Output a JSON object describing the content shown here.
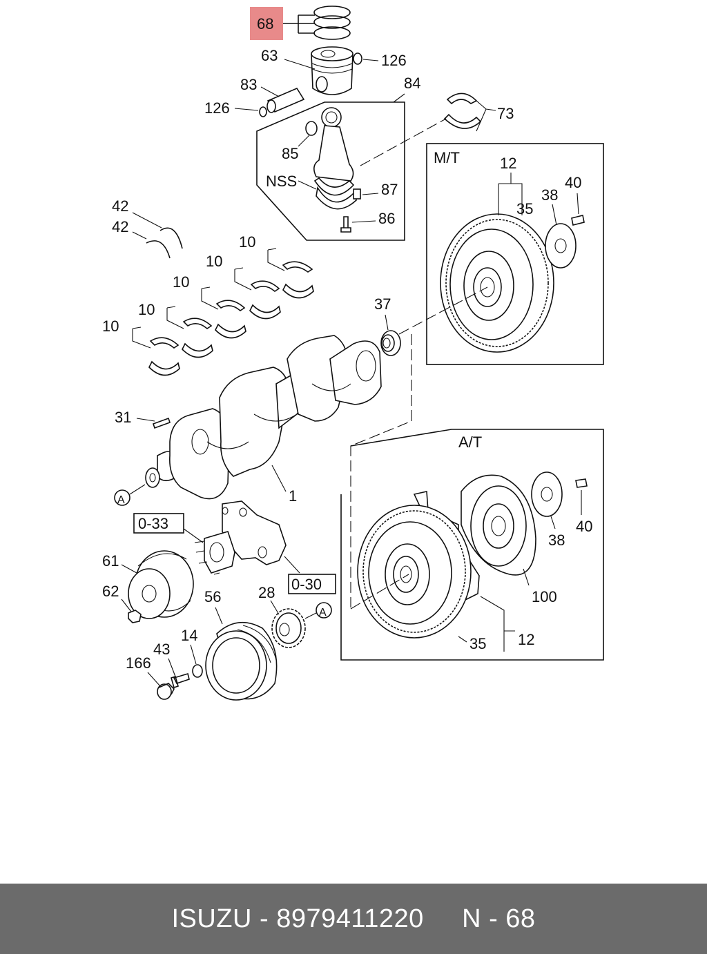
{
  "callouts": {
    "highlighted": "68",
    "piston": "63",
    "snap_ring_top": "126",
    "pin": "83",
    "snap_ring_left": "126",
    "con_rod_group": "84",
    "rod_bearing": "73",
    "bushing": "85",
    "nss": "NSS",
    "rod_nut": "87",
    "rod_bolt": "86",
    "thrust_washer_upper": "42",
    "thrust_washer_lower": "42",
    "main_bearing_1": "10",
    "main_bearing_2": "10",
    "main_bearing_3": "10",
    "main_bearing_4": "10",
    "main_bearing_5": "10",
    "pilot_bearing": "37",
    "key": "31",
    "crankshaft": "1",
    "ref_a_left": "A",
    "ref_a_right": "A",
    "ref_o33": "0-33",
    "ref_o30": "0-30",
    "pulley_61": "61",
    "nut_62": "62",
    "damper_56": "56",
    "gear_28": "28",
    "washer_14": "14",
    "bolt_43": "43",
    "cap_166": "166",
    "mt_flywheel": "12",
    "mt_ring_gear": "35",
    "mt_plate": "38",
    "mt_bolt": "40",
    "at_plate": "38",
    "at_bolt": "40",
    "at_flexplate": "100",
    "at_ring_gear": "35",
    "at_flywheel": "12"
  },
  "panels": {
    "mt_label": "M/T",
    "at_label": "A/T"
  },
  "colors": {
    "highlight": "#e88a8a",
    "footer_bg": "#6b6b6b"
  },
  "footer": {
    "brand": "ISUZU",
    "separator": " - ",
    "part_number": "8979411220",
    "page": "N - 68"
  }
}
